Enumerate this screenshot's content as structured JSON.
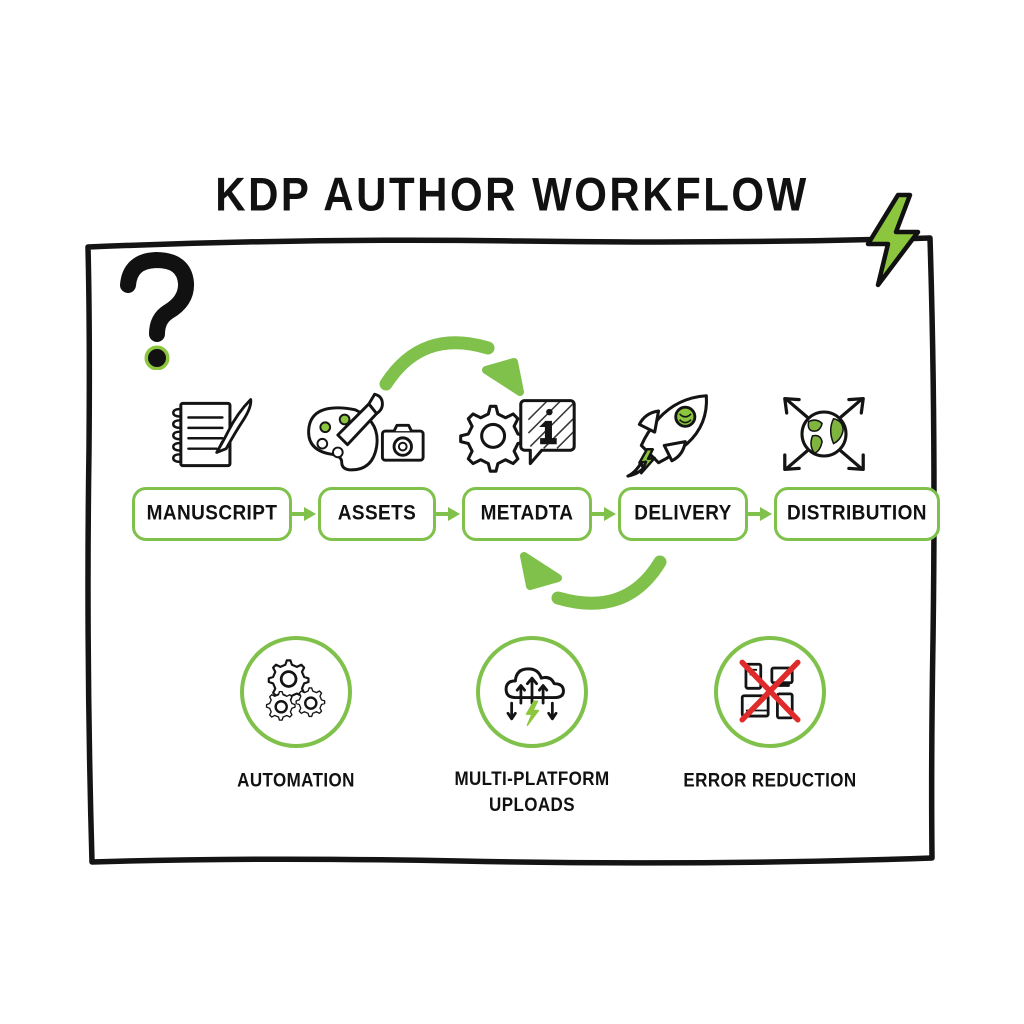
{
  "page": {
    "title": "KDP AUTHOR WORKFLOW",
    "style": "hand-drawn whiteboard infographic"
  },
  "colors": {
    "accent_green": "#7fc14a",
    "icon_green": "#8cc63f",
    "ink_black": "#111111",
    "error_red": "#e02b2b",
    "background": "#ffffff"
  },
  "decorations": {
    "question_mark": "?",
    "question_mark_name": "question-mark-doodle",
    "lightning_bolt_name": "lightning-bolt-doodle"
  },
  "pipeline": {
    "steps": [
      {
        "label": "MANUSCRIPT",
        "icon": "notepad-quill-icon"
      },
      {
        "label": "ASSETS",
        "icon": "palette-camera-icon"
      },
      {
        "label": "METADTA",
        "icon": "gear-info-bubble-icon"
      },
      {
        "label": "DELIVERY",
        "icon": "rocket-icon"
      },
      {
        "label": "DISTRIBUTION",
        "icon": "globe-arrows-icon"
      }
    ],
    "connector_icon": "arrow-right-icon",
    "loop_arrow_top": "curved-arrow-right-icon",
    "loop_arrow_bottom": "curved-arrow-left-icon"
  },
  "benefits": [
    {
      "label": "AUTOMATION",
      "icon": "gears-icon"
    },
    {
      "label": "MULTI-PLATFORM\nUPLOADS",
      "icon": "cloud-upload-lightning-icon"
    },
    {
      "label": "ERROR REDUCTION",
      "icon": "devices-crossed-out-icon"
    }
  ]
}
